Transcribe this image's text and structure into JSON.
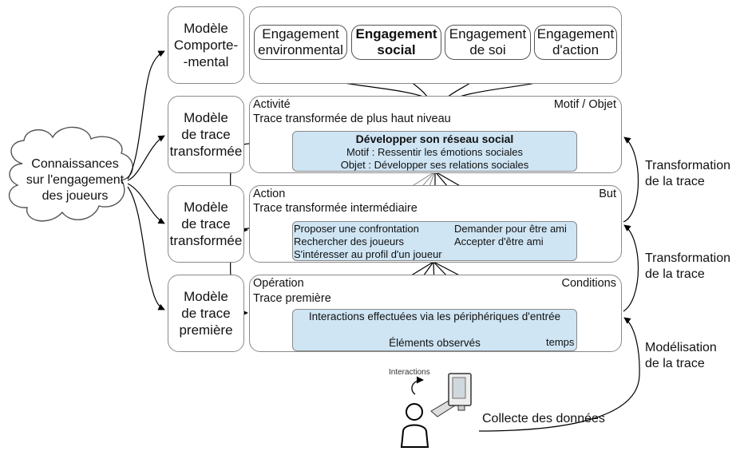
{
  "cloud_label": "Connaissances\nsur l'engagement\ndes joueurs",
  "models": {
    "behavioral": "Modèle\nComporte-\n-mental",
    "transformed_1": "Modèle\nde trace\ntransformée",
    "transformed_2": "Modèle\nde trace\ntransformée",
    "primary": "Modèle\nde trace\npremière"
  },
  "engagements": {
    "environmental": "Engagement\nenvironmental",
    "social": "Engagement\nsocial",
    "self": "Engagement\nde soi",
    "action": "Engagement\nd'action"
  },
  "activity": {
    "title": "Activité",
    "subtitle": "Trace transformée de plus haut niveau",
    "right": "Motif / Objet",
    "box_title": "Développer son réseau social",
    "motif": "Motif : Ressentir les émotions sociales",
    "objet": "Objet : Développer ses relations sociales"
  },
  "action": {
    "title": "Action",
    "subtitle": "Trace transformée intermédiaire",
    "right": "But",
    "items_left": [
      "Proposer une confrontation",
      "Rechercher des joueurs",
      "S'intéresser au profil d'un joueur"
    ],
    "items_right": [
      "Demander pour être ami",
      "Accepter d'être ami"
    ]
  },
  "operation": {
    "title": "Opération",
    "subtitle": "Trace première",
    "right": "Conditions",
    "box_title": "Interactions effectuées via les périphériques d'entrée",
    "observed": "Éléments observés",
    "time": "temps"
  },
  "side_labels": {
    "transformation_1": "Transformation\nde la trace",
    "transformation_2": "Transformation\nde la trace",
    "modelisation": "Modélisation\nde la trace"
  },
  "collection": {
    "interactions_label": "Interactions",
    "label": "Collecte des données"
  }
}
